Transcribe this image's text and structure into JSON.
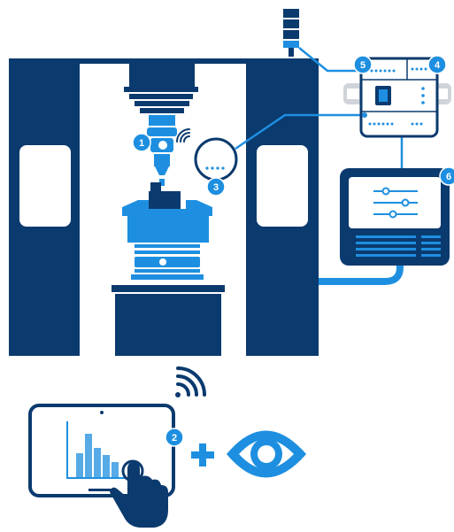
{
  "colors": {
    "navy": "#0b3a6e",
    "accent": "#1e8fe0",
    "panel": "#ffffff",
    "gray": "#d0d4da"
  },
  "callouts": {
    "spindle": "1",
    "tablet": "2",
    "sensor": "3",
    "controller_right": "4",
    "controller_left": "5",
    "hmi": "6"
  },
  "icons": {
    "machine": "cnc-machine-icon",
    "signal_tower": "signal-tower-icon",
    "controller": "io-controller-icon",
    "hmi": "hmi-monitor-icon",
    "tablet": "tablet-chart-icon",
    "hand": "pointing-hand-icon",
    "wifi": "wifi-icon",
    "plus": "plus-icon",
    "eye": "eye-icon"
  }
}
